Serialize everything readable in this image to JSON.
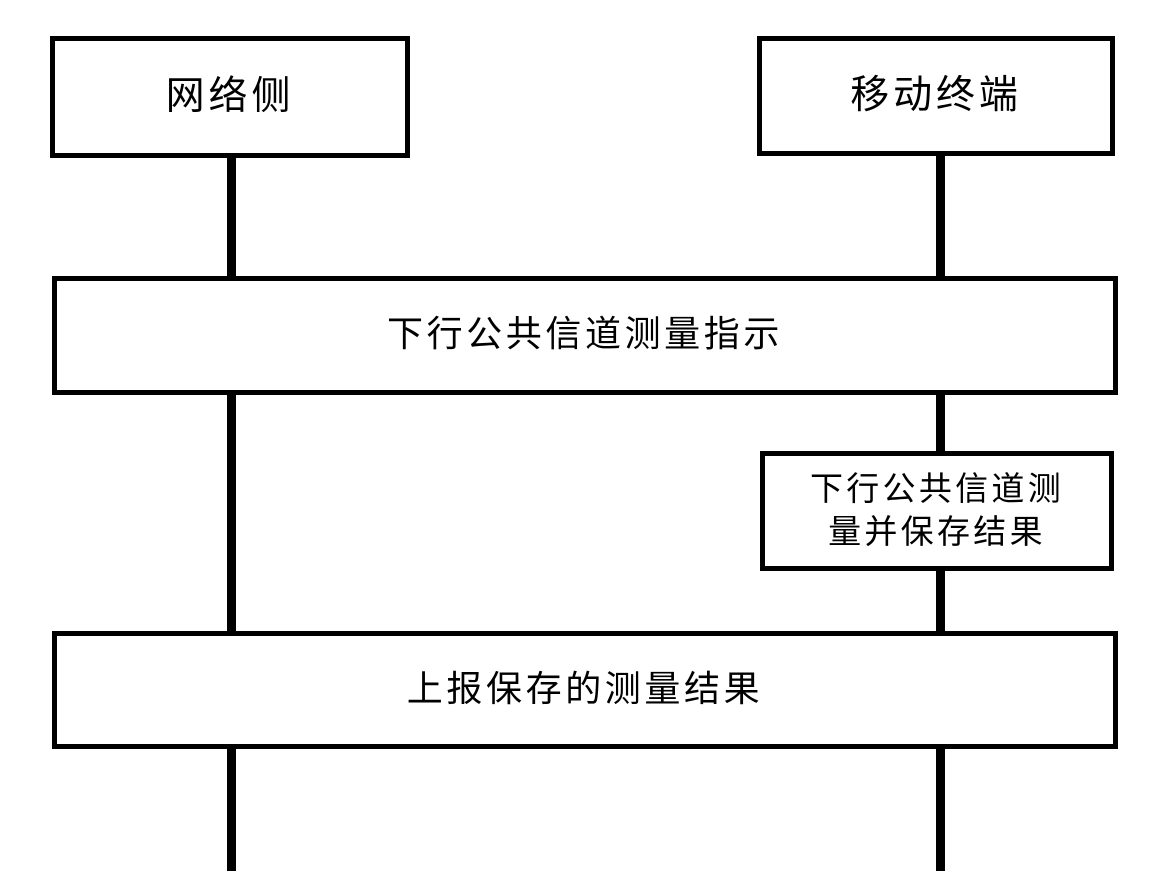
{
  "diagram": {
    "type": "sequence-diagram",
    "actors": [
      {
        "id": "network-side",
        "label": "网络侧"
      },
      {
        "id": "mobile-terminal",
        "label": "移动终端"
      }
    ],
    "messages": [
      {
        "id": "measure-indication",
        "label": "下行公共信道测量指示",
        "from": "network-side",
        "to": "mobile-terminal"
      },
      {
        "id": "report-results",
        "label": "上报保存的测量结果",
        "from": "mobile-terminal",
        "to": "network-side"
      }
    ],
    "processes": [
      {
        "id": "measure-and-save",
        "label": "下行公共信道测\n量并保存结果",
        "on": "mobile-terminal"
      }
    ],
    "colors": {
      "stroke": "#000000",
      "fill": "#ffffff",
      "text": "#000000"
    }
  }
}
